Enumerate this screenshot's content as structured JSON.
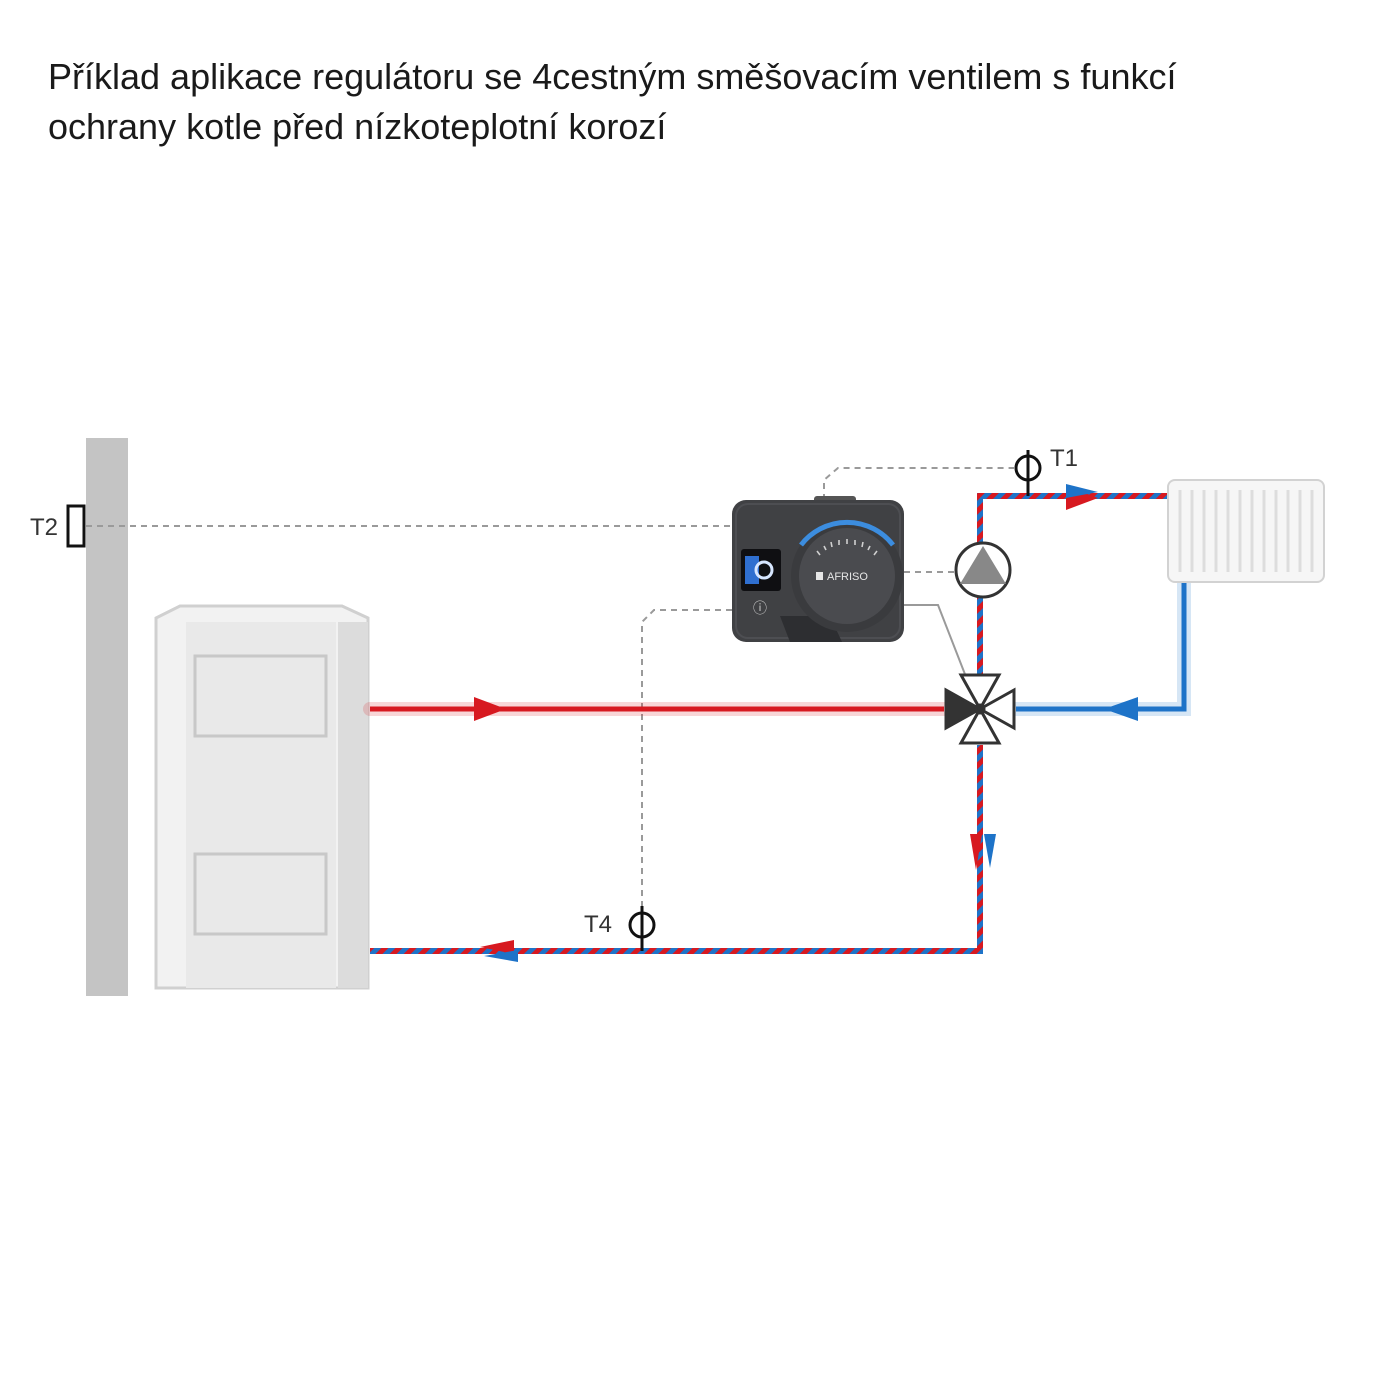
{
  "title": {
    "line1": "Příklad aplikace regulátoru se 4cestným směšovacím ventilem s funkcí",
    "line2": "ochrany kotle před nízkoteplotní korozí"
  },
  "sensors": {
    "t1": "T1",
    "t2": "T2",
    "t4": "T4"
  },
  "controller": {
    "brand": "AFRISO"
  },
  "colors": {
    "hot": "#d71920",
    "cold": "#1e73c8",
    "device": "#404144",
    "wall": "#c4c4c4",
    "boiler": "#ececec"
  }
}
